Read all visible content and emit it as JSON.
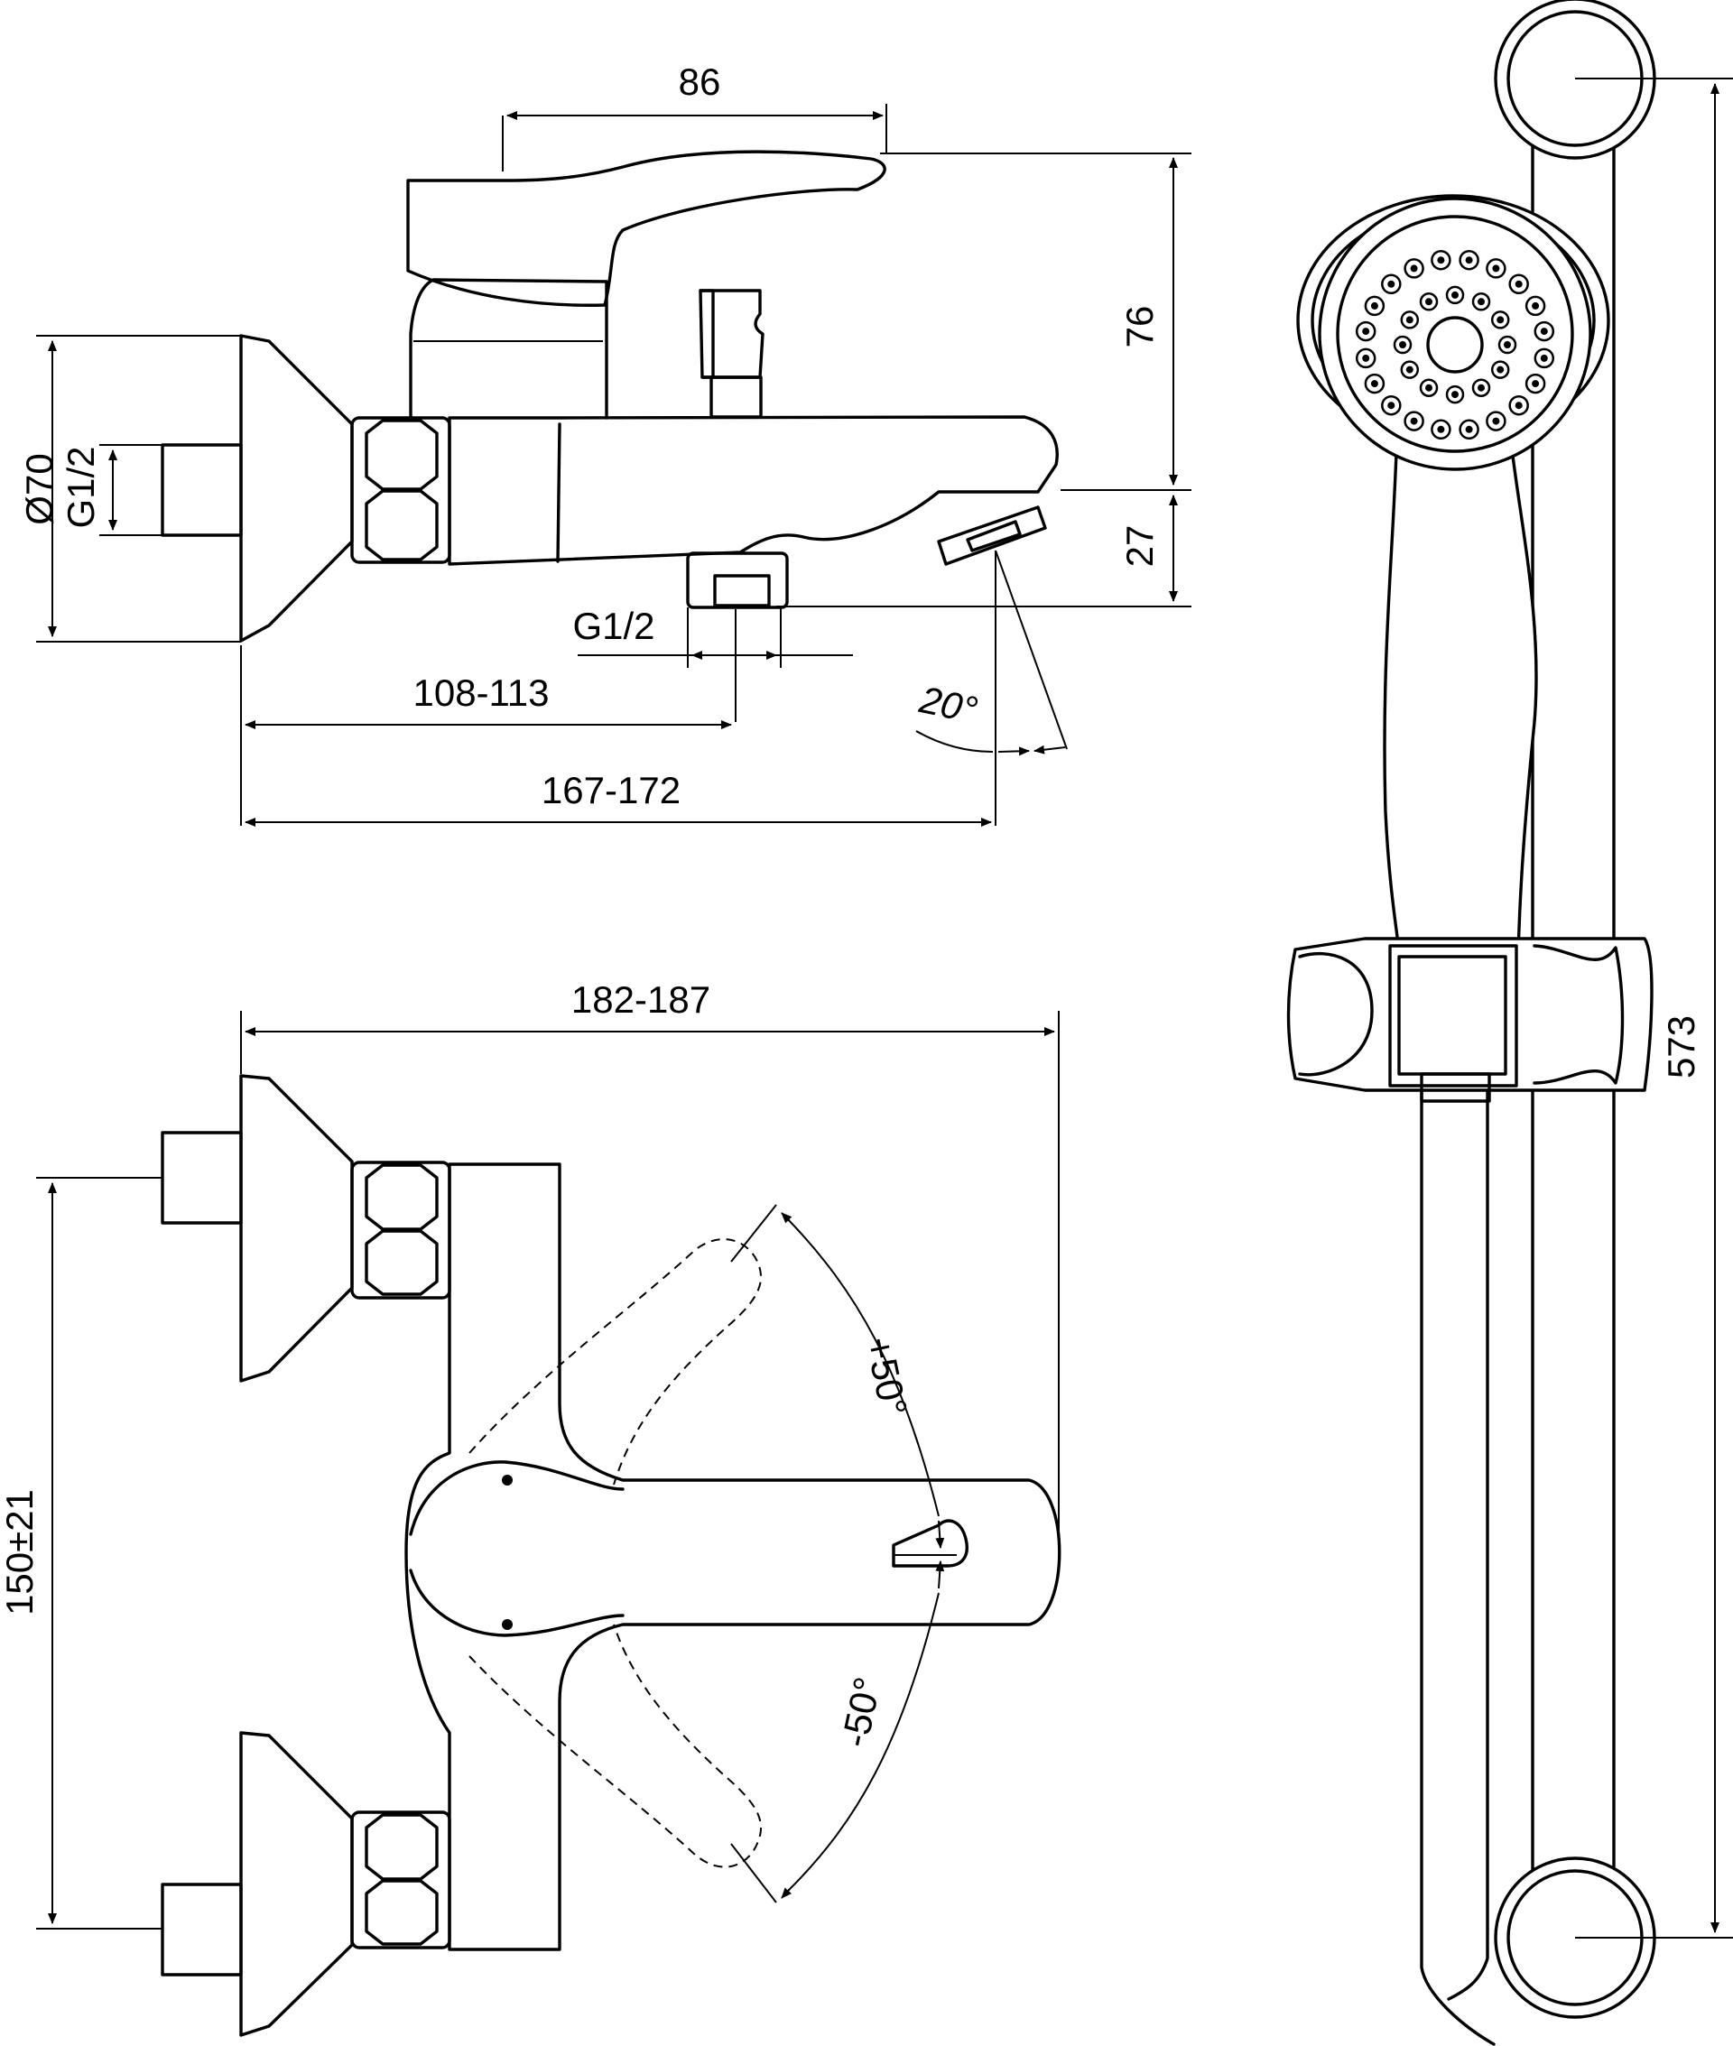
{
  "dimensions": {
    "top_width": "86",
    "height_upper": "76",
    "height_lower": "27",
    "rosette_diameter": "Ø70",
    "inlet_thread": "G1/2",
    "outlet_thread": "G1/2",
    "outlet_offset": "108-113",
    "spout_reach": "167-172",
    "spout_angle": "20°",
    "total_width": "182-187",
    "inlet_centres": "150±21",
    "lever_up": "+50°",
    "lever_down": "-50°",
    "rail_length": "573"
  }
}
